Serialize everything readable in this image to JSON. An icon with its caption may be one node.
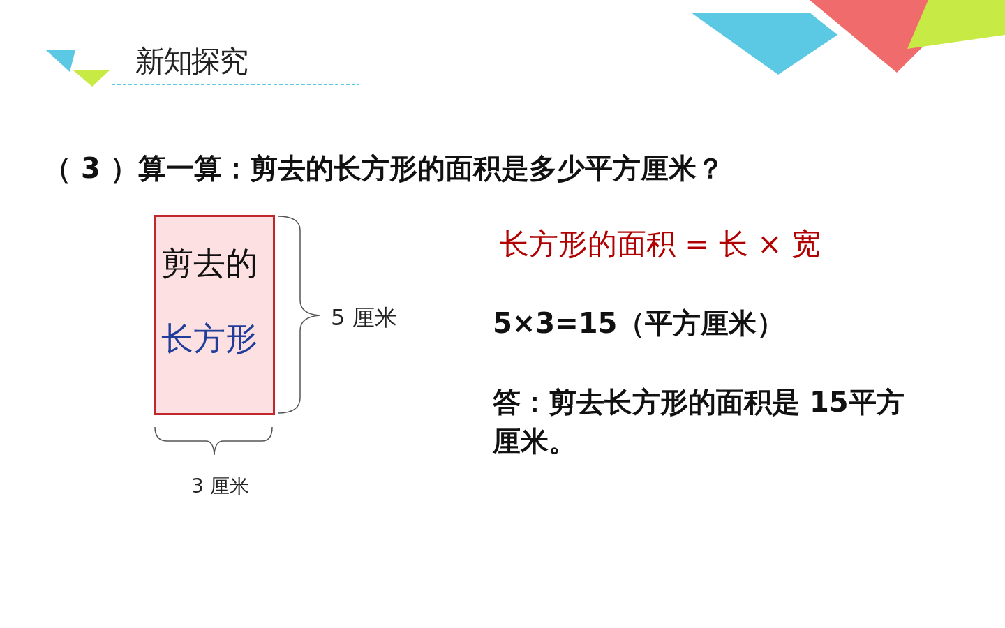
{
  "diagram": {
    "title": "新知探究",
    "nodes": [
      {
        "text": [
          "剪去的",
          "长方形"
        ]
      }
    ],
    "labels": [
      "（ 3 ）算一算：剪去的长方形的面积是多少平方厘米？",
      "5 厘米",
      "3 厘米",
      "长方形的面积 = 长 × 宽",
      "5×3=15（平方厘米）",
      "答：剪去长方形的面积是 15平方厘米。"
    ]
  }
}
